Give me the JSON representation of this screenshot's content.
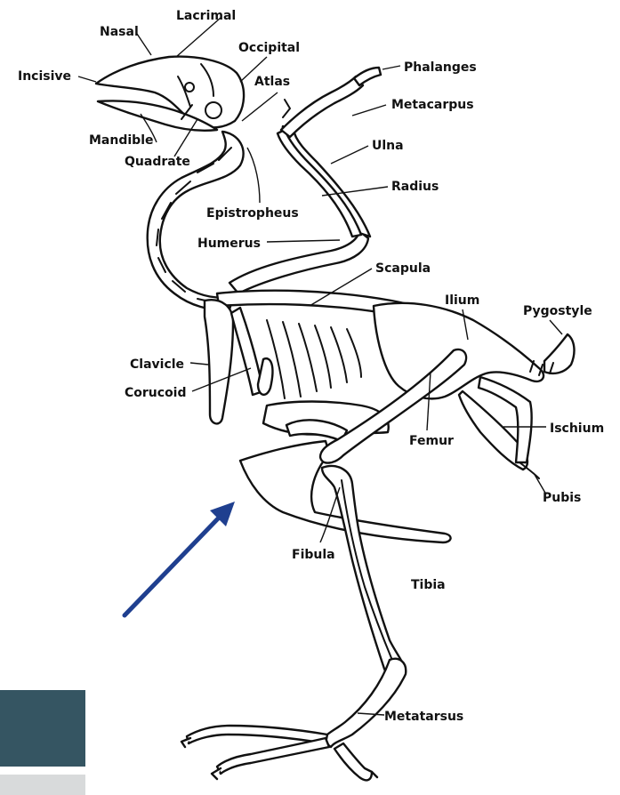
{
  "diagram": {
    "labels": {
      "nasal": "Nasal",
      "lacrimal": "Lacrimal",
      "occipital": "Occipital",
      "atlas": "Atlas",
      "incisive": "Incisive",
      "mandible": "Mandible",
      "quadrate": "Quadrate",
      "phalanges": "Phalanges",
      "metacarpus": "Metacarpus",
      "ulna": "Ulna",
      "radius": "Radius",
      "epistropheus": "Epistropheus",
      "humerus": "Humerus",
      "scapula": "Scapula",
      "ilium": "Ilium",
      "pygostyle": "Pygostyle",
      "clavicle": "Clavicle",
      "corucoid": "Corucoid",
      "ischium": "Ischium",
      "femur": "Femur",
      "pubis": "Pubis",
      "fibula": "Fibula",
      "tibia": "Tibia",
      "metatarsus": "Metatarsus"
    },
    "colors": {
      "arrow": "#1f3f8f",
      "block_dark": "#355562",
      "block_light": "#d8dadb",
      "ink": "#111111"
    }
  }
}
